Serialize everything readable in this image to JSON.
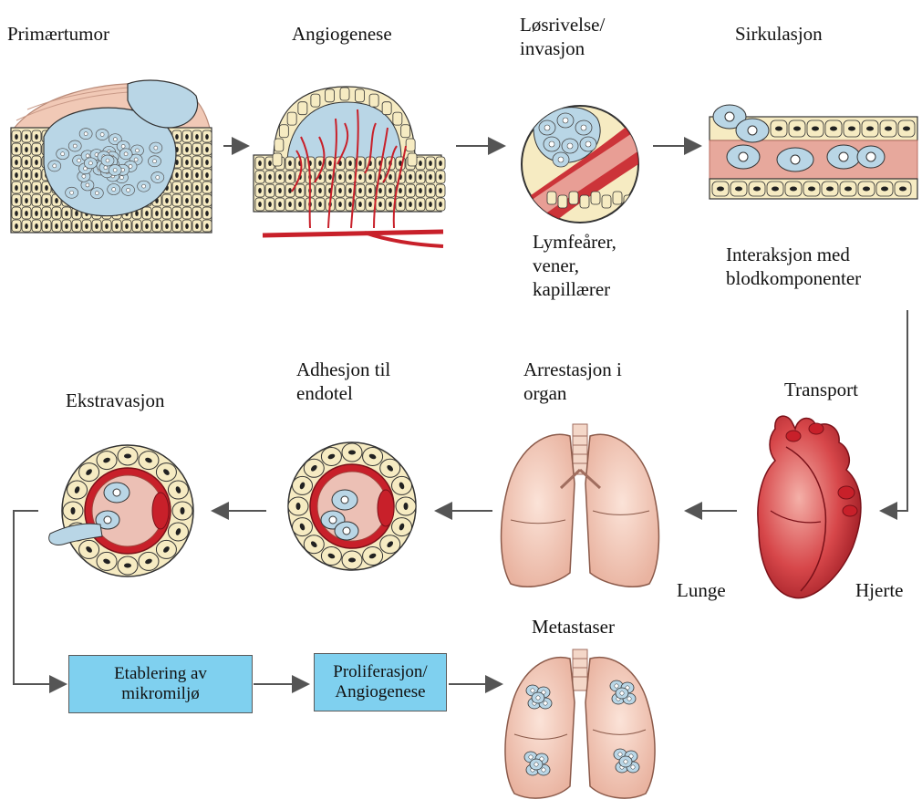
{
  "stages": {
    "primary_tumor": "Primærtumor",
    "angiogenesis": "Angiogenese",
    "detachment": "Løsrivelse/\ninvasjon",
    "circulation": "Sirkulasjon",
    "vessels": "Lymfeårer,\nvener,\nkapillærer",
    "interaction": "Interaksjon med\nblodkomponenter",
    "transport": "Transport",
    "arrest": "Arrestasjon i\norgan",
    "adhesion": "Adhesjon til\nendotel",
    "extravasation": "Ekstravasjon",
    "lung": "Lunge",
    "heart": "Hjerte",
    "metastases": "Metastaser"
  },
  "boxes": {
    "microenvironment": "Etablering av\nmikromiljø",
    "proliferation": "Proliferasjon/\nAngiogenese"
  },
  "colors": {
    "cell_fill": "#f6ebc2",
    "tumor_cell": "#b9d6e6",
    "vessel_red": "#c8202a",
    "tissue_pink": "#f1c9b6",
    "box_blue": "#7fd0ef",
    "arrow": "#555555"
  }
}
